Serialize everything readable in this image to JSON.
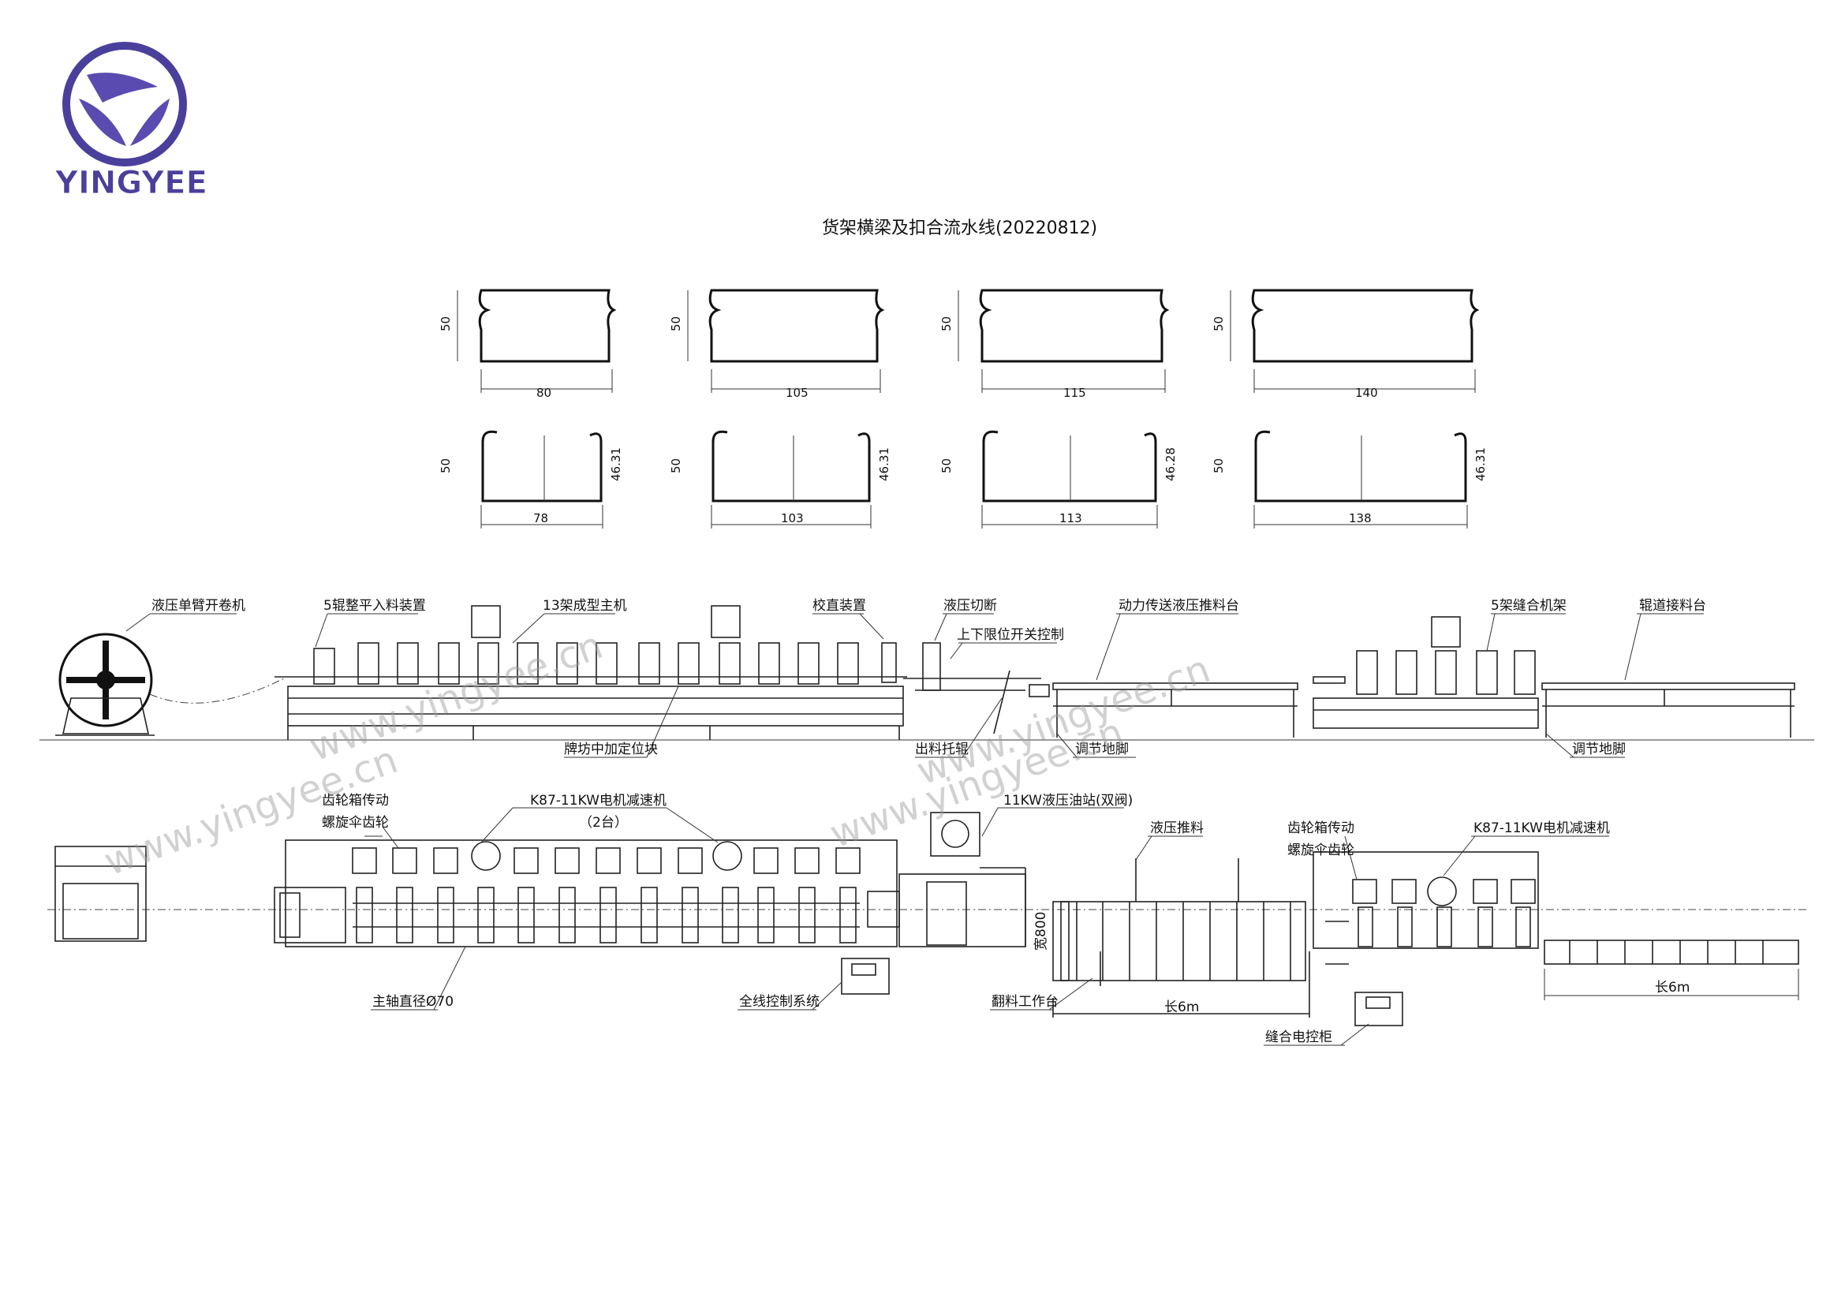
{
  "logo": {
    "text": "YINGYEE",
    "color": "#4b3f9c"
  },
  "title": "货架横梁及扣合流水线(20220812)",
  "profiles": {
    "closed": [
      {
        "height": "50",
        "width": "80"
      },
      {
        "height": "50",
        "width": "105"
      },
      {
        "height": "50",
        "width": "115"
      },
      {
        "height": "50",
        "width": "140"
      }
    ],
    "open": [
      {
        "height": "50",
        "width": "78",
        "lip": "46.31"
      },
      {
        "height": "50",
        "width": "103",
        "lip": "46.31"
      },
      {
        "height": "50",
        "width": "113",
        "lip": "46.28"
      },
      {
        "height": "50",
        "width": "138",
        "lip": "46.31"
      }
    ]
  },
  "side_view": {
    "decoiler": "液压单臂开卷机",
    "leveler": "5辊整平入料装置",
    "main_machine": "13架成型主机",
    "straightener": "校直装置",
    "cutter": "液压切断",
    "limit_switch": "上下限位开关控制",
    "conveyor": "动力传送液压推料台",
    "locking_machine": "5架缝合机架",
    "roller_table": "辊道接料台",
    "guide_block": "牌坊中加定位块",
    "outlet_roller": "出料托辊",
    "adjust_foot_1": "调节地脚",
    "adjust_foot_2": "调节地脚"
  },
  "top_view": {
    "gearbox_1": [
      "齿轮箱传动",
      "螺旋伞齿轮"
    ],
    "reducer_1": [
      "K87-11KW电机减速机",
      "（2台）"
    ],
    "hydraulic_station": "11KW液压油站(双阀)",
    "pusher": "液压推料",
    "gearbox_2": [
      "齿轮箱传动",
      "螺旋伞齿轮"
    ],
    "reducer_2": "K87-11KW电机减速机",
    "shaft": "主轴直径Ø70",
    "control_system": "全线控制系统",
    "flip_table": "翻料工作台",
    "width_800": "宽800",
    "length_1": "长6m",
    "length_2": "长6m",
    "locking_cabinet": "缝合电控柜"
  },
  "watermarks": [
    "www.yingyee.cn",
    "www.yingyee.cn",
    "www.yingyee.cn",
    "www.yingyee.cn"
  ]
}
